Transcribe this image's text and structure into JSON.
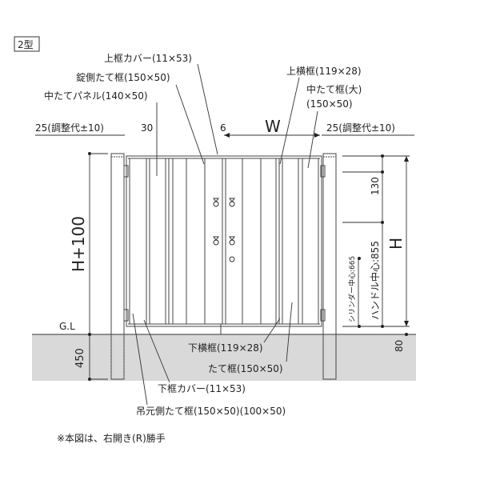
{
  "diagram": {
    "type_badge": "2型",
    "note": "※本図は、右開き(R)勝手",
    "ground_label": "G.L",
    "colors": {
      "ground": "#d9d9d9",
      "line": "#333333",
      "text": "#222222"
    },
    "labels": {
      "top_frame_cover": "上框カバー(11×53)",
      "lock_side_stile": "錠側たて框(150×50)",
      "middle_panel": "中たてパネル(140×50)",
      "top_rail": "上横框(119×28)",
      "middle_stile_large_1": "中たて框(大)",
      "middle_stile_large_2": "(150×50)",
      "bottom_rail": "下横框(119×28)",
      "stile": "たて框(150×50)",
      "bottom_frame_cover": "下框カバー(11×53)",
      "hinge_side_stile": "吊元側たて框(150×50)(100×50)"
    },
    "dimensions": {
      "left_adjust": "25(調整代±10)",
      "right_adjust": "25(調整代±10)",
      "gap_30": "30",
      "gap_6": "6",
      "width": "W",
      "height": "H",
      "post_height": "H+100",
      "embed_depth": "450",
      "top_offset": "130",
      "handle_center": "ハンドル中心:855",
      "cylinder_center": "シリンダー中心:665",
      "ground_clearance": "80"
    }
  }
}
